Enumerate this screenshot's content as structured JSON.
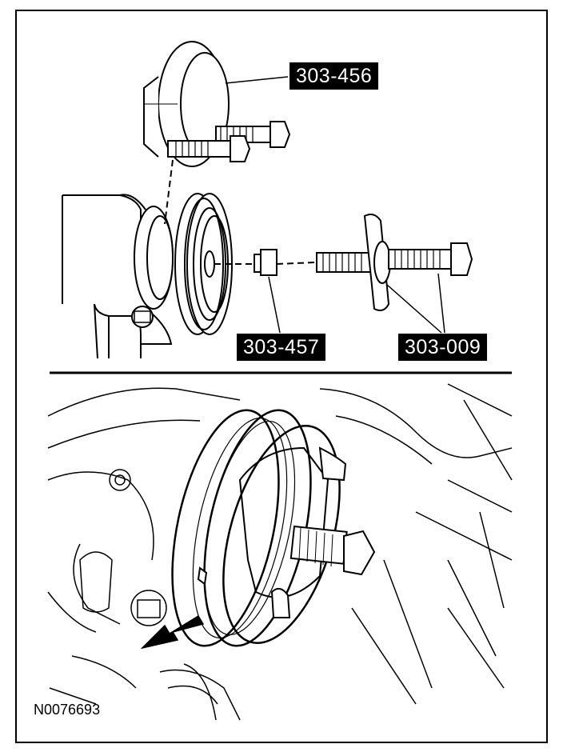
{
  "callouts": {
    "tool_a": "303-456",
    "tool_b": "303-457",
    "tool_c": "303-009"
  },
  "figure_id": "N0076693",
  "colors": {
    "ink": "#000000",
    "paper": "#ffffff"
  }
}
